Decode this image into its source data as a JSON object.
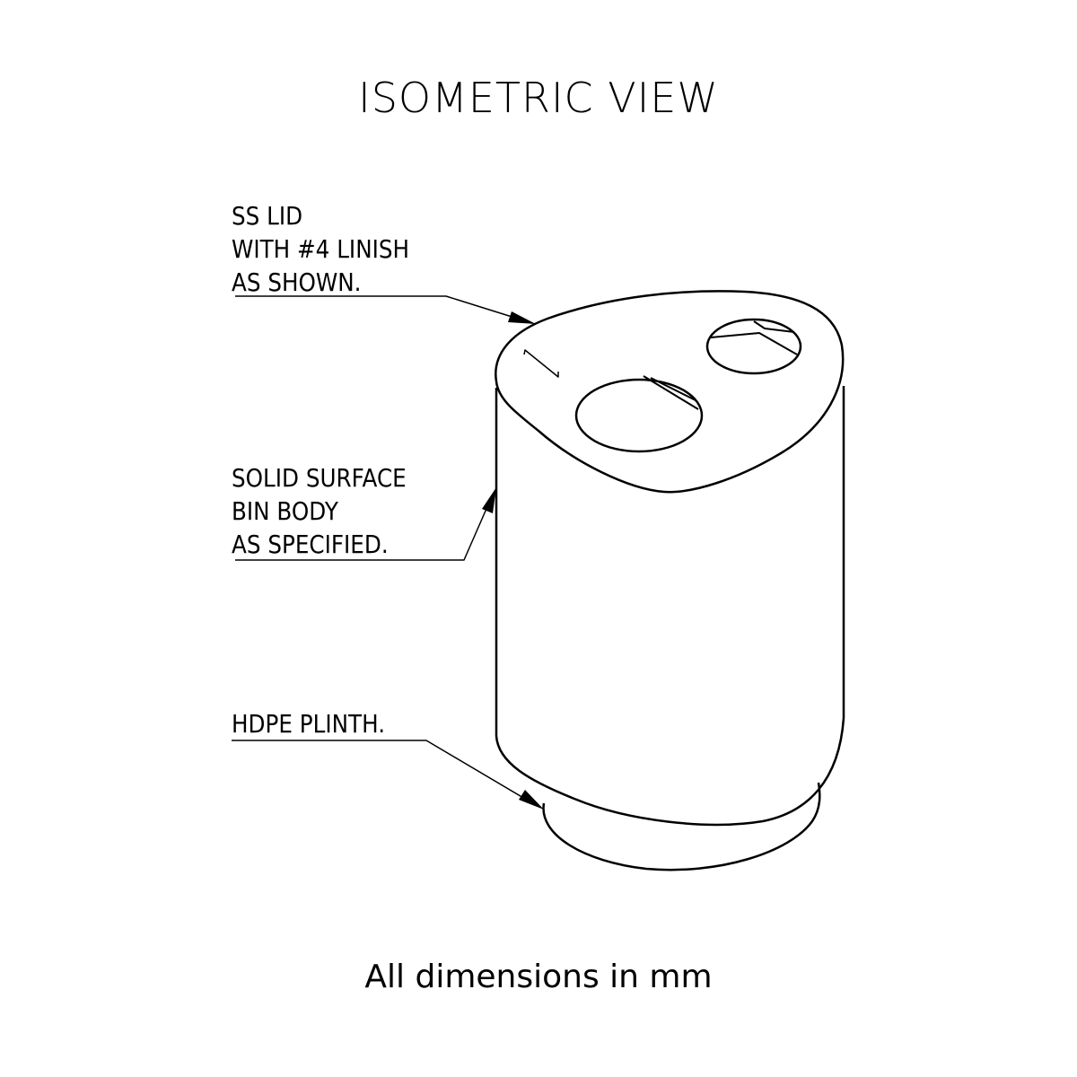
{
  "title": "ISOMETRIC VIEW",
  "callouts": [
    {
      "lines": [
        "SS LID",
        "WITH #4 LINISH",
        "AS SHOWN."
      ]
    },
    {
      "lines": [
        "SOLID SURFACE",
        "BIN BODY",
        "AS SPECIFIED."
      ]
    },
    {
      "lines": [
        "HDPE PLINTH."
      ]
    }
  ],
  "footer": "All dimensions in mm"
}
